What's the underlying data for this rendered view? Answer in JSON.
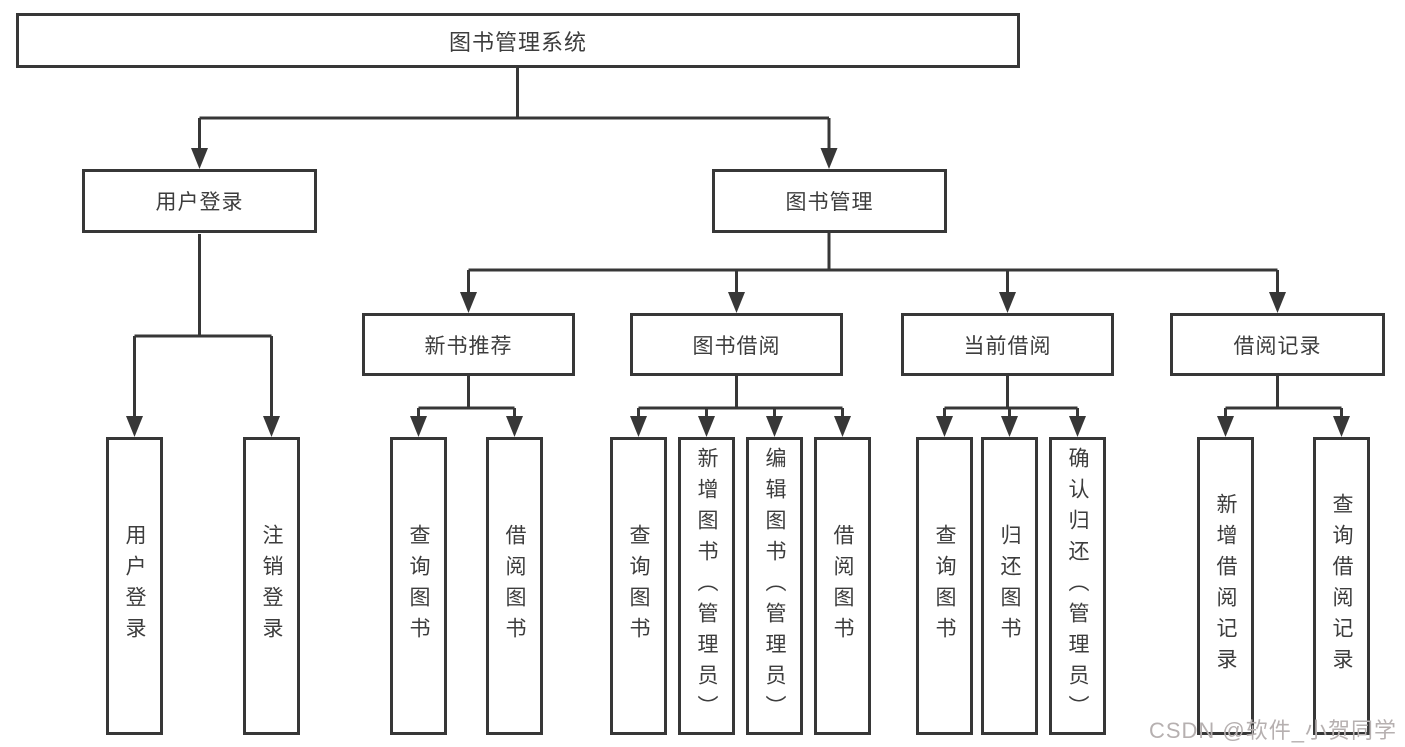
{
  "tree": {
    "label": "图书管理系统",
    "children": [
      {
        "label": "用户登录",
        "children": [
          {
            "label": "用户登录"
          },
          {
            "label": "注销登录"
          }
        ]
      },
      {
        "label": "图书管理",
        "children": [
          {
            "label": "新书推荐",
            "children": [
              {
                "label": "查询图书"
              },
              {
                "label": "借阅图书"
              }
            ]
          },
          {
            "label": "图书借阅",
            "children": [
              {
                "label": "查询图书"
              },
              {
                "label": "新增图书（管理员）"
              },
              {
                "label": "编辑图书（管理员）"
              },
              {
                "label": "借阅图书"
              }
            ]
          },
          {
            "label": "当前借阅",
            "children": [
              {
                "label": "查询图书"
              },
              {
                "label": "归还图书"
              },
              {
                "label": "确认归还（管理员）"
              }
            ]
          },
          {
            "label": "借阅记录",
            "children": [
              {
                "label": "新增借阅记录"
              },
              {
                "label": "查询借阅记录"
              }
            ]
          }
        ]
      }
    ]
  },
  "watermark": {
    "text": "CSDN @软件_小贺同学",
    "color": "#b6b0b0"
  },
  "colors": {
    "line": "#373737",
    "text": "#3d3d3d",
    "background": "#ffffff"
  }
}
